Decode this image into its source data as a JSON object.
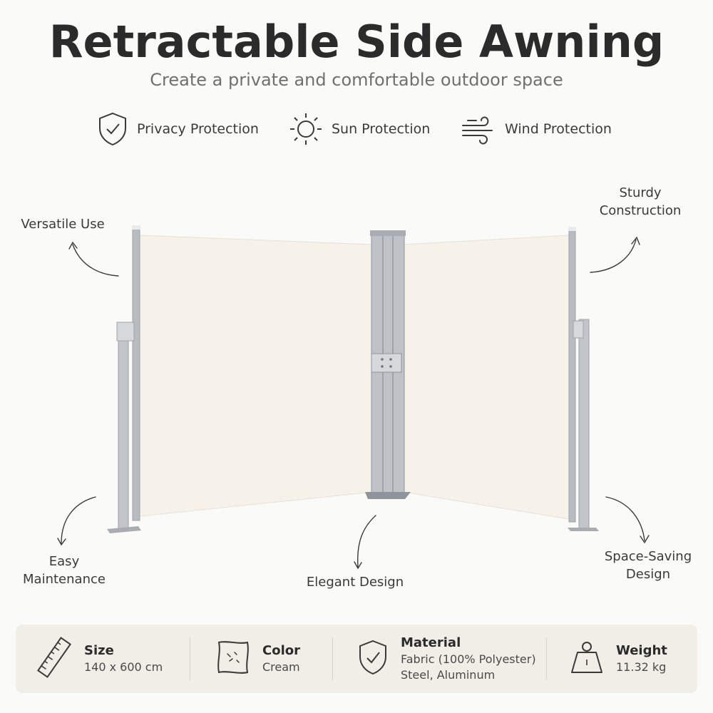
{
  "header": {
    "title": "Retractable Side Awning",
    "subtitle": "Create a private and comfortable outdoor space"
  },
  "features": [
    {
      "label": "Privacy Protection",
      "icon": "shield-check-icon"
    },
    {
      "label": "Sun Protection",
      "icon": "sun-icon"
    },
    {
      "label": "Wind Protection",
      "icon": "wind-icon"
    }
  ],
  "callouts": {
    "versatile": "Versatile Use",
    "sturdy": "Sturdy\nConstruction",
    "easy": "Easy\nMaintenance",
    "elegant": "Elegant Design",
    "space": "Space-Saving\nDesign"
  },
  "specs": [
    {
      "title": "Size",
      "value": "140 x 600 cm",
      "icon": "ruler-icon"
    },
    {
      "title": "Color",
      "value": "Cream",
      "icon": "fabric-swatch-icon"
    },
    {
      "title": "Material",
      "value": "Fabric (100% Polyester)\nSteel, Aluminum",
      "icon": "shield-check-icon"
    },
    {
      "title": "Weight",
      "value": "11.32 kg",
      "icon": "weight-icon"
    }
  ],
  "colors": {
    "fabric": "#f6f2e9",
    "metal": "#b8bcc0",
    "spec_bg": "#f1ede7"
  }
}
